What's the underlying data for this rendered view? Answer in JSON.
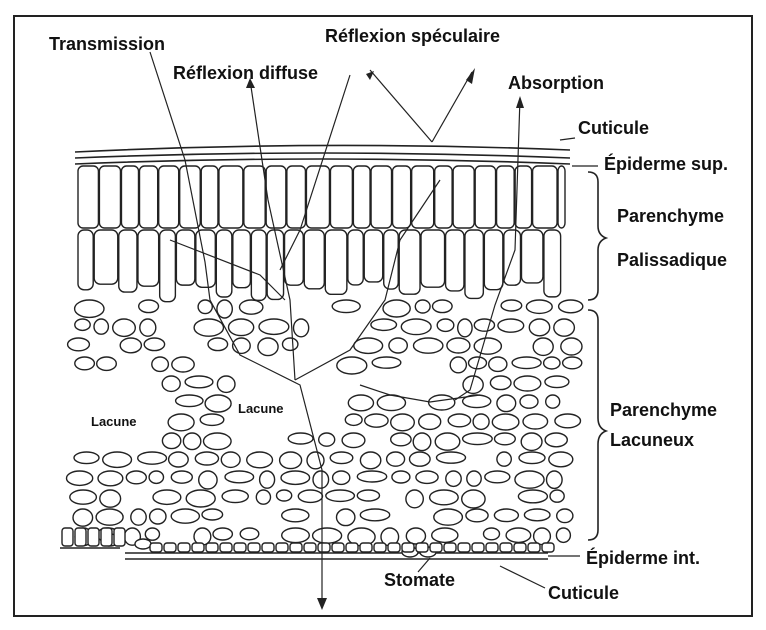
{
  "labels": {
    "transmission": "Transmission",
    "reflexion_speculaire": "Réflexion spéculaire",
    "reflexion_diffuse": "Réflexion diffuse",
    "absorption": "Absorption",
    "cuticule_top": "Cuticule",
    "epiderme_sup": "Épiderme sup.",
    "parenchyme_pal_1": "Parenchyme",
    "parenchyme_pal_2": "Palissadique",
    "parenchyme_lac_1": "Parenchyme",
    "parenchyme_lac_2": "Lacuneux",
    "lacune_left": "Lacune",
    "lacune_center": "Lacune",
    "epiderme_int": "Épiderme int.",
    "stomate": "Stomate",
    "cuticule_bottom": "Cuticule"
  },
  "colors": {
    "line": "#222222",
    "background": "#ffffff"
  }
}
